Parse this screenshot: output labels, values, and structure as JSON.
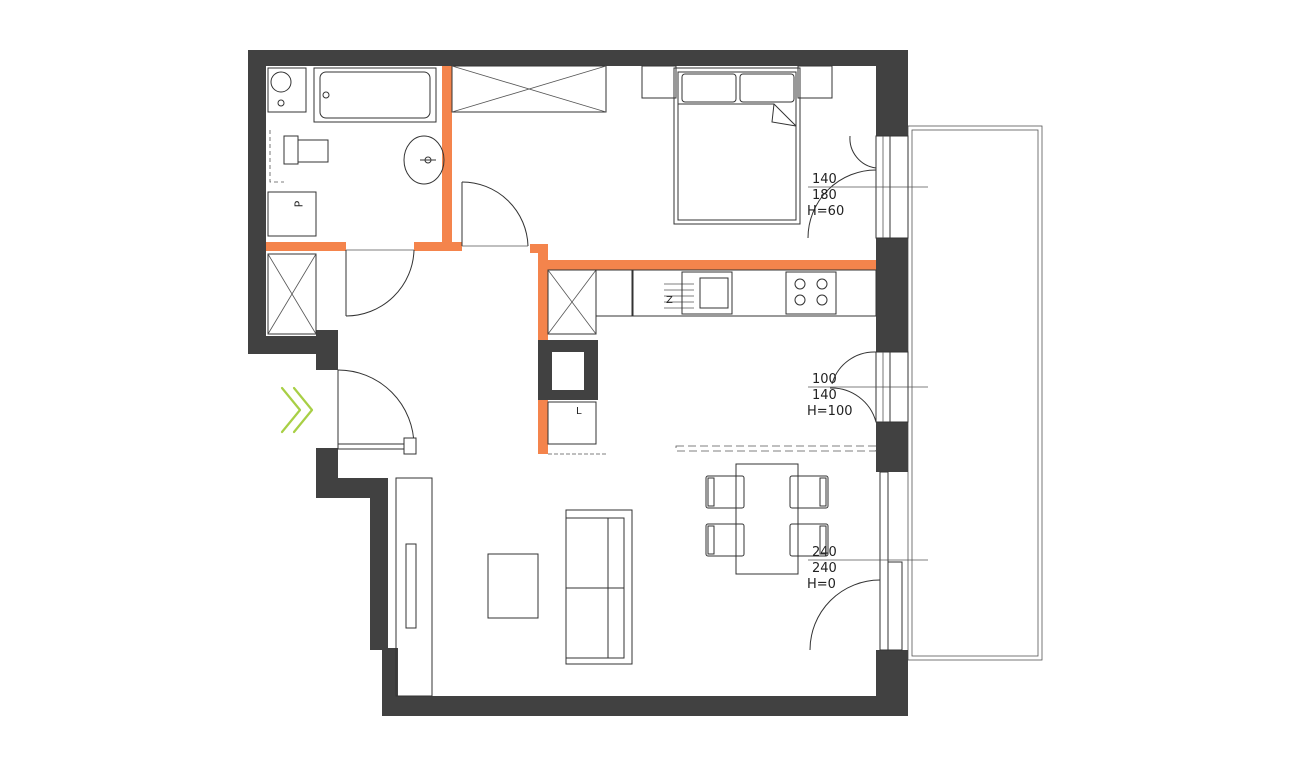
{
  "colors": {
    "wall": "#414141",
    "partition": "#f4844c",
    "line": "#333333",
    "entrance_arrow": "#a8cf45",
    "background": "#ffffff"
  },
  "windows": [
    {
      "width": "140",
      "height": "180",
      "sill": "H=60"
    },
    {
      "width": "100",
      "height": "140",
      "sill": "H=100"
    },
    {
      "width": "240",
      "height": "240",
      "sill": "H=0"
    }
  ],
  "appliance_marks": {
    "washer": "P",
    "fridge": "L",
    "dishwasher": "Z"
  },
  "icons": {
    "entrance": "double-chevron-right-icon"
  }
}
